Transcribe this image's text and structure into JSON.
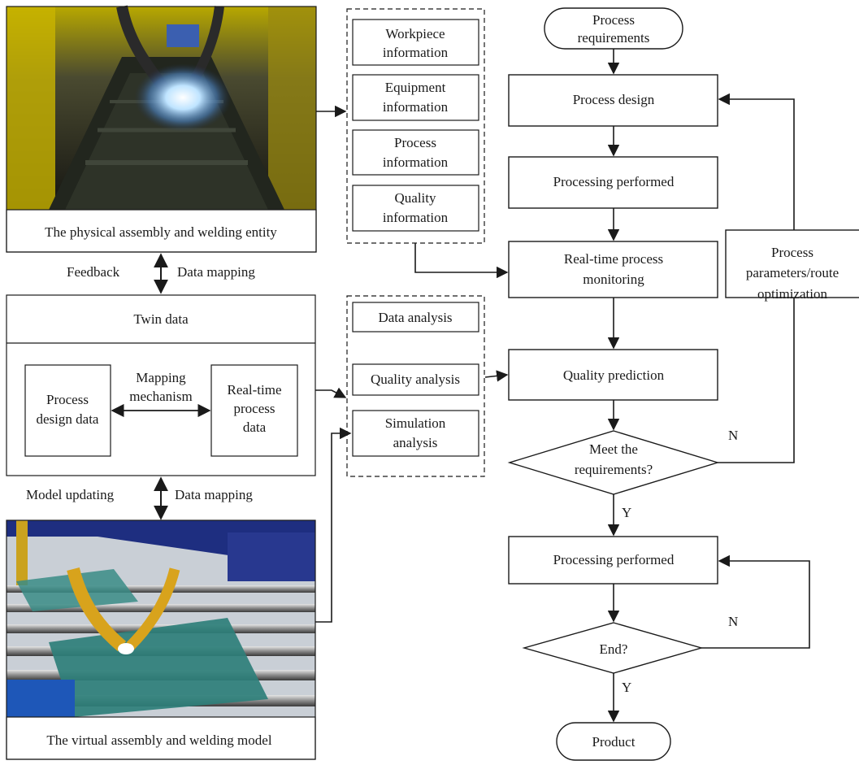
{
  "physical": {
    "caption": "The physical assembly and welding entity"
  },
  "left_arrows": {
    "feedback": "Feedback",
    "data_mapping_top": "Data mapping",
    "model_updating": "Model updating",
    "data_mapping_bottom": "Data mapping"
  },
  "twin": {
    "title": "Twin data",
    "process_design_data": [
      "Process",
      "design data"
    ],
    "mapping_mechanism": [
      "Mapping",
      "mechanism"
    ],
    "realtime_process_data": [
      "Real-time",
      "process",
      "data"
    ]
  },
  "virtual": {
    "caption": "The virtual assembly and welding model"
  },
  "info_group": {
    "workpiece": [
      "Workpiece",
      "information"
    ],
    "equipment": [
      "Equipment",
      "information"
    ],
    "process": [
      "Process",
      "information"
    ],
    "quality": [
      "Quality",
      "information"
    ]
  },
  "analysis_group": {
    "data_analysis": "Data analysis",
    "quality_analysis": "Quality analysis",
    "simulation_analysis": [
      "Simulation",
      "analysis"
    ]
  },
  "flow": {
    "start": [
      "Process",
      "requirements"
    ],
    "process_design": "Process design",
    "processing_performed_1": "Processing performed",
    "monitoring": [
      "Real-time process",
      "monitoring"
    ],
    "quality_prediction": "Quality prediction",
    "meet_requirements": [
      "Meet the",
      "requirements?"
    ],
    "processing_performed_2": "Processing performed",
    "end_decision": "End?",
    "product": "Product",
    "optimization": [
      "Process",
      "parameters/route",
      "optimization"
    ],
    "label_n1": "N",
    "label_y1": "Y",
    "label_n2": "N",
    "label_y2": "Y"
  }
}
